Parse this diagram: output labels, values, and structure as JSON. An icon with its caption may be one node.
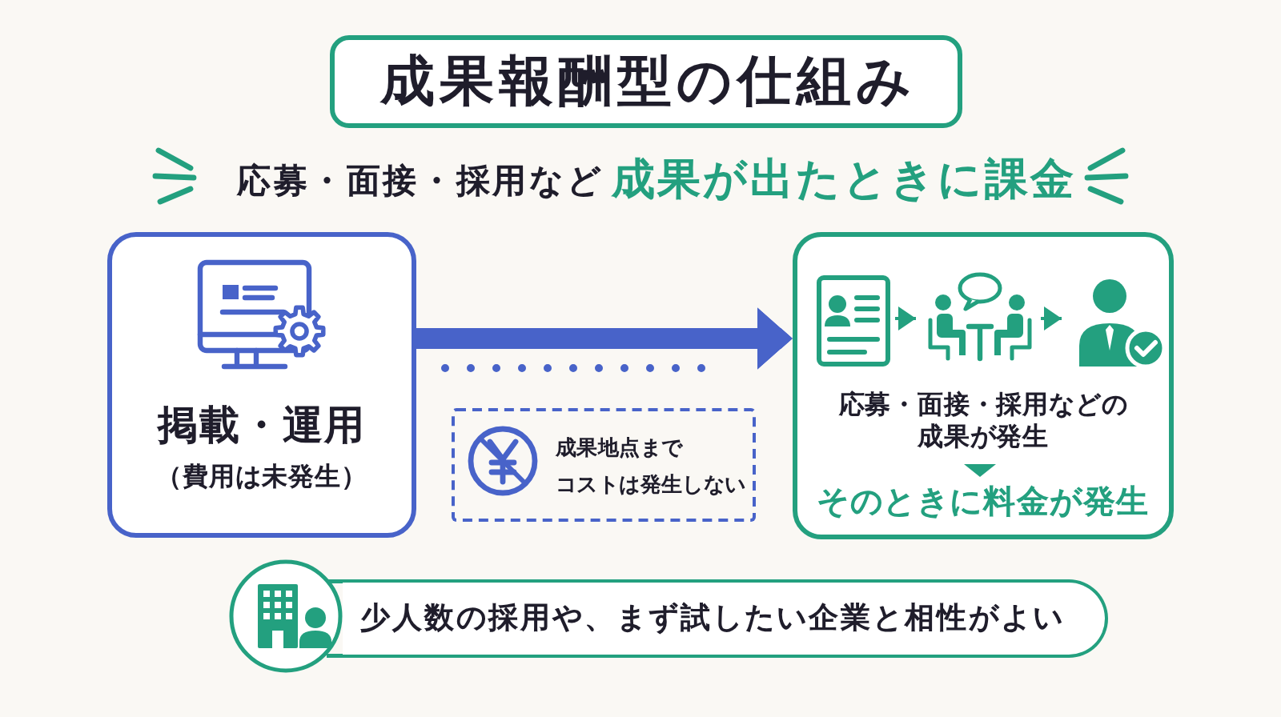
{
  "diagram": {
    "title": "成果報酬型の仕組み",
    "nodes": [
      {
        "text": [
          "掲載・運用",
          "（費用は未発生）"
        ]
      },
      {
        "text": [
          "応募・面接・採用などの成果が発生",
          "そのときに料金が発生"
        ]
      },
      {
        "text": [],
        "shape": "picture",
        "in": 1
      },
      {
        "text": [],
        "shape": "picture",
        "in": 1
      },
      {
        "text": [],
        "shape": "picture",
        "in": 1
      },
      {
        "text": [
          "成果地点までコストは発生しない"
        ]
      },
      {
        "text": [
          "少人数の採用や、まず試したい企業と相性がよい"
        ]
      }
    ],
    "edges": [
      {
        "from": 0,
        "to": 1,
        "arrow": "to",
        "style": "thick",
        "color": "#4863c9"
      },
      {
        "from": 2,
        "to": 3,
        "arrow": "to"
      },
      {
        "from": 3,
        "to": 4,
        "arrow": "to"
      }
    ],
    "labels": [
      "応募・面接・採用など",
      "成果が出たときに課金"
    ]
  }
}
